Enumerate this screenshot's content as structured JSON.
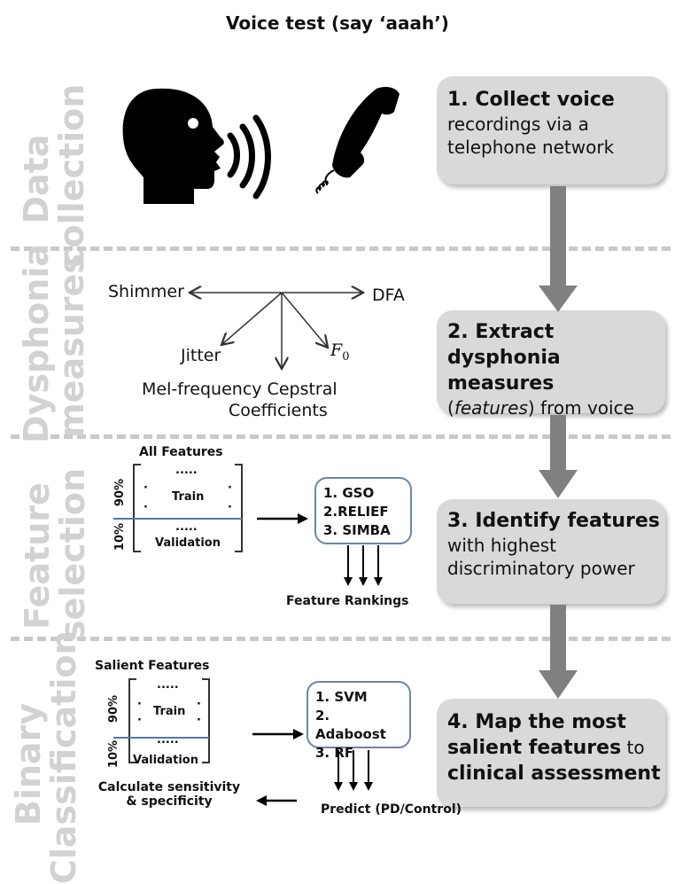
{
  "title": "Voice test (say ‘aaah’)",
  "stages": {
    "s1": "Data collection",
    "s1a": "Data",
    "s1b": "collection",
    "s2a": "Dysphonia",
    "s2b": "measures",
    "s3a": "Feature",
    "s3b": "selection",
    "s4a": "Binary",
    "s4b": "Classification"
  },
  "steps": {
    "step1_bold": "1. Collect voice",
    "step1_rest1": "recordings via a",
    "step1_rest2": "telephone network",
    "step2_bold1": "2. Extract",
    "step2_bold2": "dysphonia measures",
    "step2_italic": "features",
    "step2_rest": ") from voice",
    "step2_open": "(",
    "step3_bold": "3. Identify features",
    "step3_rest1": "with highest",
    "step3_rest2": "discriminatory power",
    "step4_bold1": "4. Map the most",
    "step4_bold2": "salient features",
    "step4_rest": " to",
    "step4_bold3": "clinical assessment"
  },
  "measures": {
    "shimmer": "Shimmer",
    "dfa": "DFA",
    "jitter": "Jitter",
    "f0": "F",
    "f0_sub": "0",
    "mfcc1": "Mel-frequency Cepstral",
    "mfcc2": "Coefficients"
  },
  "feature_selection": {
    "all_features": "All Features",
    "train": "Train",
    "validation": "Validation",
    "p90": "90%",
    "p10": "10%",
    "dots": ".....",
    "alg1": "1. GSO",
    "alg2": "2.RELIEF",
    "alg3": "3. SIMBA",
    "rankings": "Feature Rankings"
  },
  "classification": {
    "salient_features": "Salient Features",
    "train": "Train",
    "validation": "Validation",
    "p90": "90%",
    "p10": "10%",
    "dots": ".....",
    "alg1": "1. SVM",
    "alg2": "2. Adaboost",
    "alg3": "3. RF",
    "predict": "Predict (PD/Control)",
    "calc1": "Calculate sensitivity",
    "calc2": "& specificity"
  },
  "colors": {
    "stage_label": "#d2d2d2",
    "step_box": "#d9d9d9",
    "flow_arrow": "#808080",
    "split_line": "#4a7bb0",
    "alg_border": "#6a86a8"
  }
}
